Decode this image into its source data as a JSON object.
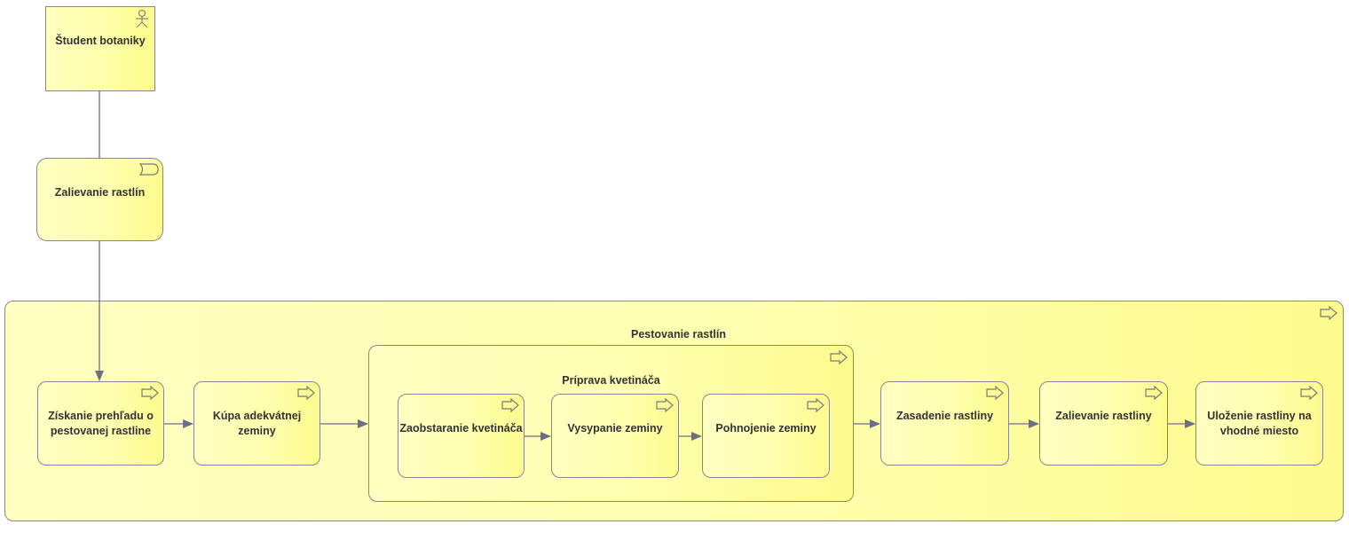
{
  "actor": {
    "label": "Študent botaniky",
    "icon": "actor-icon"
  },
  "service": {
    "label": "Zalievanie rastlín",
    "icon": "business-service-icon"
  },
  "outer_process": {
    "label": "",
    "icon": "process-arrow-icon"
  },
  "process": {
    "label": "Pestovanie rastlín",
    "icon": "process-arrow-icon"
  },
  "subprocess": {
    "label": "Príprava kvetináča"
  },
  "steps": [
    {
      "label": "Získanie prehľadu o pestovanej rastline"
    },
    {
      "label": "Kúpa adekvátnej zeminy"
    },
    {
      "label": "Zaobstaranie kvetináča"
    },
    {
      "label": "Vysypanie zeminy"
    },
    {
      "label": "Pohnojenie zeminy"
    },
    {
      "label": "Zasadenie rastliny"
    },
    {
      "label": "Zalievanie rastliny"
    },
    {
      "label": "Uloženie rastliny na vhodné miesto"
    }
  ],
  "colors": {
    "fill": "#ffffb5",
    "border": "#8b8589",
    "edge": "#6b6f85",
    "text": "#333333"
  }
}
